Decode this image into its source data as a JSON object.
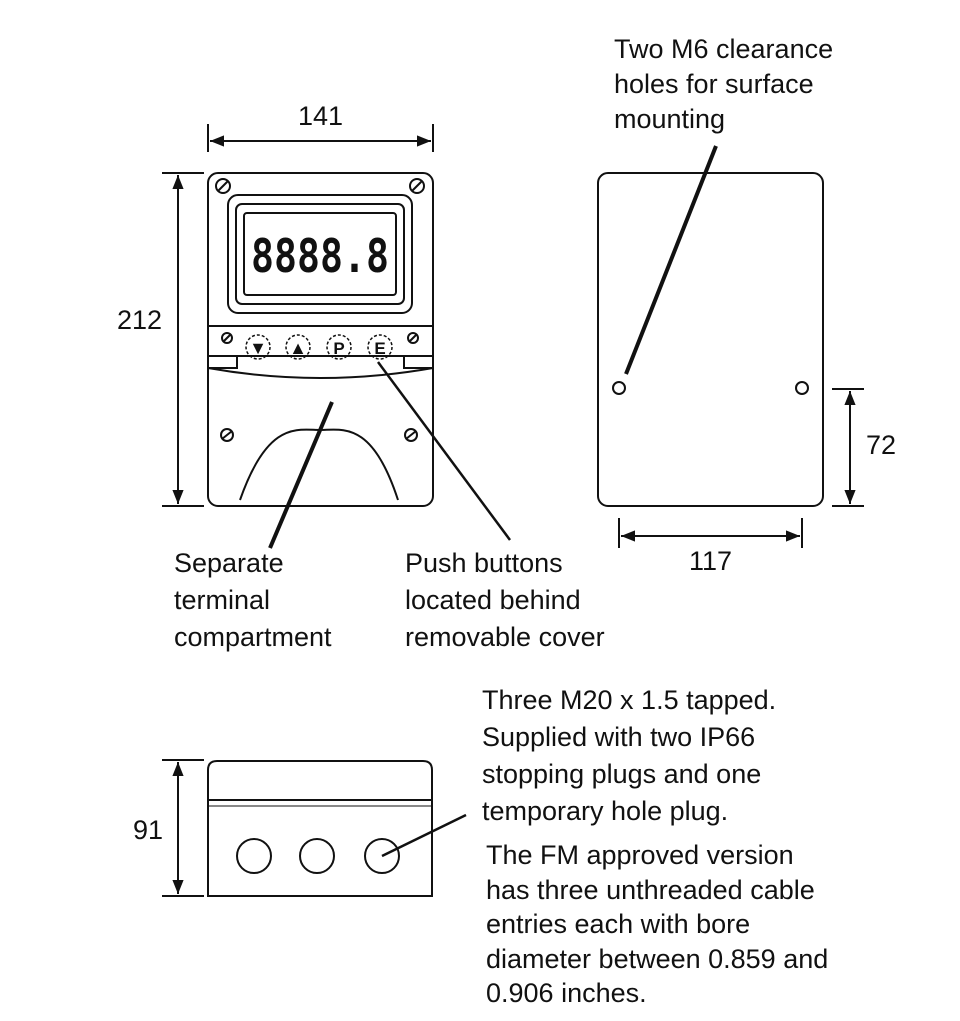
{
  "dimensions": {
    "front_width": "141",
    "front_height": "212",
    "rear_width": "117",
    "hole_height": "72",
    "depth": "91"
  },
  "display": {
    "readout": "8888.8"
  },
  "buttons": [
    {
      "label": "▼",
      "icon": "down-arrow-icon"
    },
    {
      "label": "▲",
      "icon": "up-arrow-icon"
    },
    {
      "label": "P",
      "icon": "p-key-icon"
    },
    {
      "label": "E",
      "icon": "e-key-icon"
    }
  ],
  "callouts": {
    "mounting_holes": [
      "Two M6 clearance",
      "holes for surface",
      "mounting"
    ],
    "terminal": [
      "Separate",
      "terminal",
      "compartment"
    ],
    "push_buttons": [
      "Push buttons",
      "located behind",
      "removable cover"
    ],
    "tapped_holes": [
      "Three M20 x 1.5 tapped.",
      "Supplied with two IP66",
      "stopping plugs and one",
      "temporary hole plug."
    ],
    "fm_version": [
      "The FM approved version",
      "has three unthreaded cable",
      "entries each with bore",
      "diameter between 0.859 and",
      "0.906 inches."
    ]
  }
}
